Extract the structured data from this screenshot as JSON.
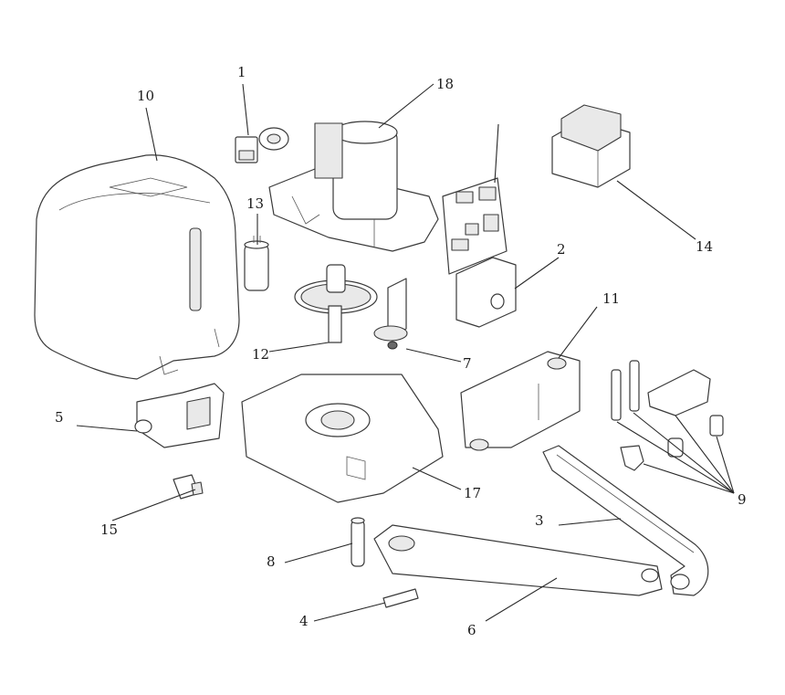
{
  "callouts": {
    "c1": "1",
    "c2": "2",
    "c3": "3",
    "c4": "4",
    "c5": "5",
    "c6": "6",
    "c7": "7",
    "c8": "8",
    "c9": "9",
    "c10": "10",
    "c11": "11",
    "c12": "12",
    "c13": "13",
    "c14": "14",
    "c15": "15",
    "c17": "17",
    "c18": "18"
  }
}
